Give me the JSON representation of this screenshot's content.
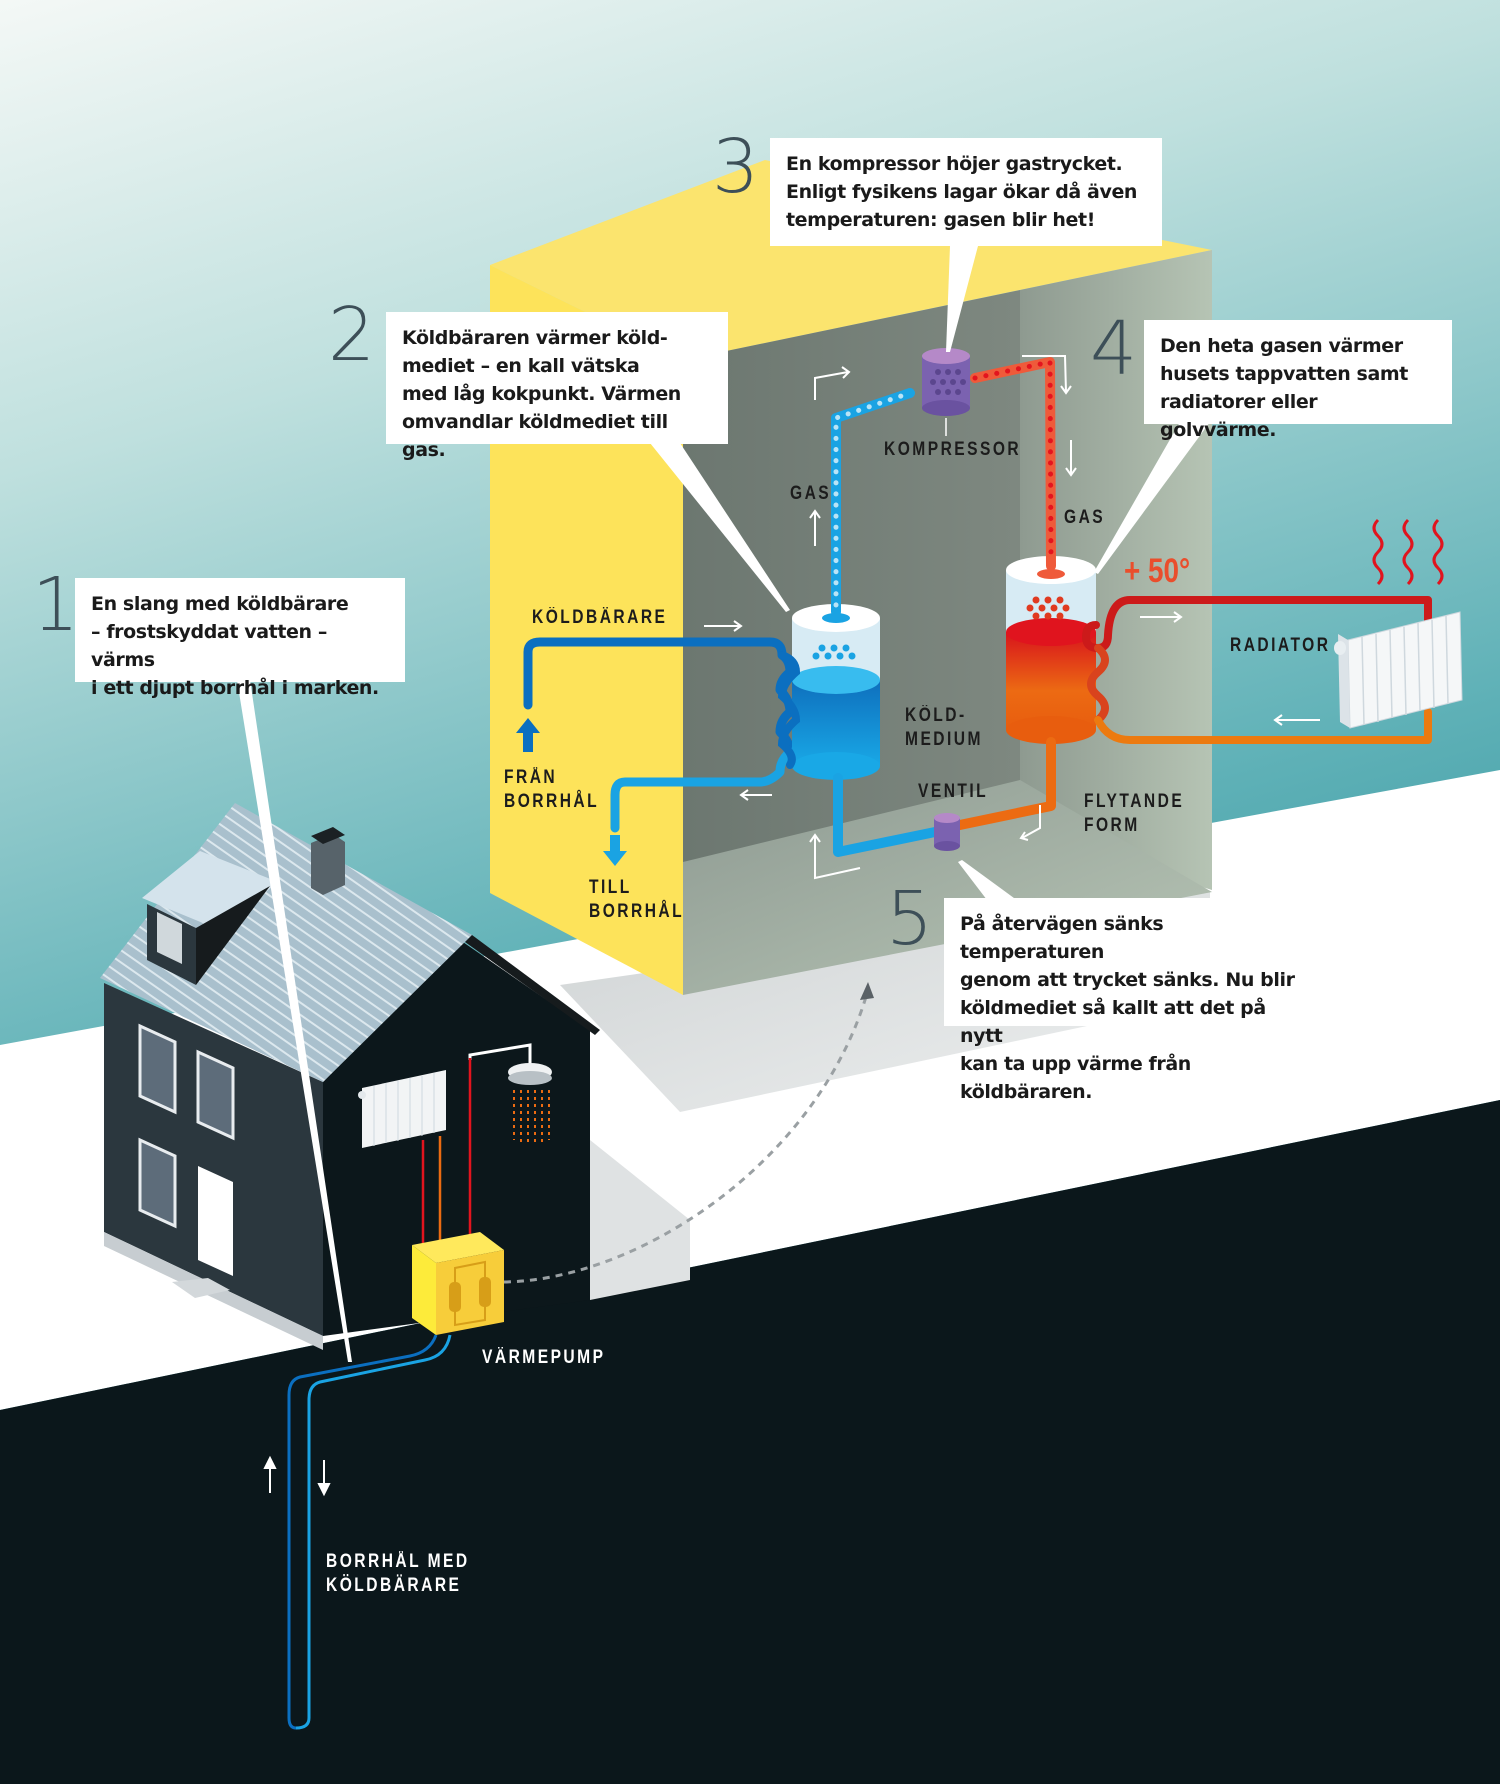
{
  "steps": [
    {
      "number": "1",
      "text": "En slang med köldbärare\n– frostskyddat vatten – värms\ni ett djupt borrhål i marken."
    },
    {
      "number": "2",
      "text": "Köldbäraren värmer köld-\nmediet – en kall vätska\nmed låg kokpunkt. Värmen\nomvandlar köldmediet till gas."
    },
    {
      "number": "3",
      "text": "En kompressor höjer gastrycket.\nEnligt fysikens lagar ökar då även\ntemperaturen: gasen blir het!"
    },
    {
      "number": "4",
      "text": "Den heta gasen värmer\nhusets tappvatten samt\nradiatorer eller golvvärme."
    },
    {
      "number": "5",
      "text": "På återvägen sänks temperaturen\ngenom att trycket sänks. Nu blir\nköldmediet så kallt att det på nytt\nkan ta upp värme från köldbäraren."
    }
  ],
  "labels": {
    "koldbarare": "KÖLDBÄRARE",
    "fran_borrhal": "FRÅN\nBORRHÅL",
    "till_borrhal": "TILL\nBORRHÅL",
    "gas_left": "GAS",
    "gas_right": "GAS",
    "kompressor": "KOMPRESSOR",
    "koldmedium": "KÖLD-\nMEDIUM",
    "ventil": "VENTIL",
    "flytande_form": "FLYTANDE\nFORM",
    "radiator": "RADIATOR",
    "temperature": "+ 50°",
    "varmepump": "VÄRMEPUMP",
    "borrhal_med_koldbarare": "BORRHÅL MED\nKÖLDBÄRARE"
  },
  "colors": {
    "sky_top": "#e8f2ef",
    "sky_bottom": "#0e7f8a",
    "ground_dark": "#0b171b",
    "box_yellow": "#fde35a",
    "box_interior": "#76807a",
    "cold_blue": "#1aa3e3",
    "cold_dark_blue": "#0b6fc0",
    "hot_red": "#e3141e",
    "hot_orange": "#ec6b12",
    "compressor_purple": "#7b62b0",
    "step_number": "#3d4f58"
  }
}
